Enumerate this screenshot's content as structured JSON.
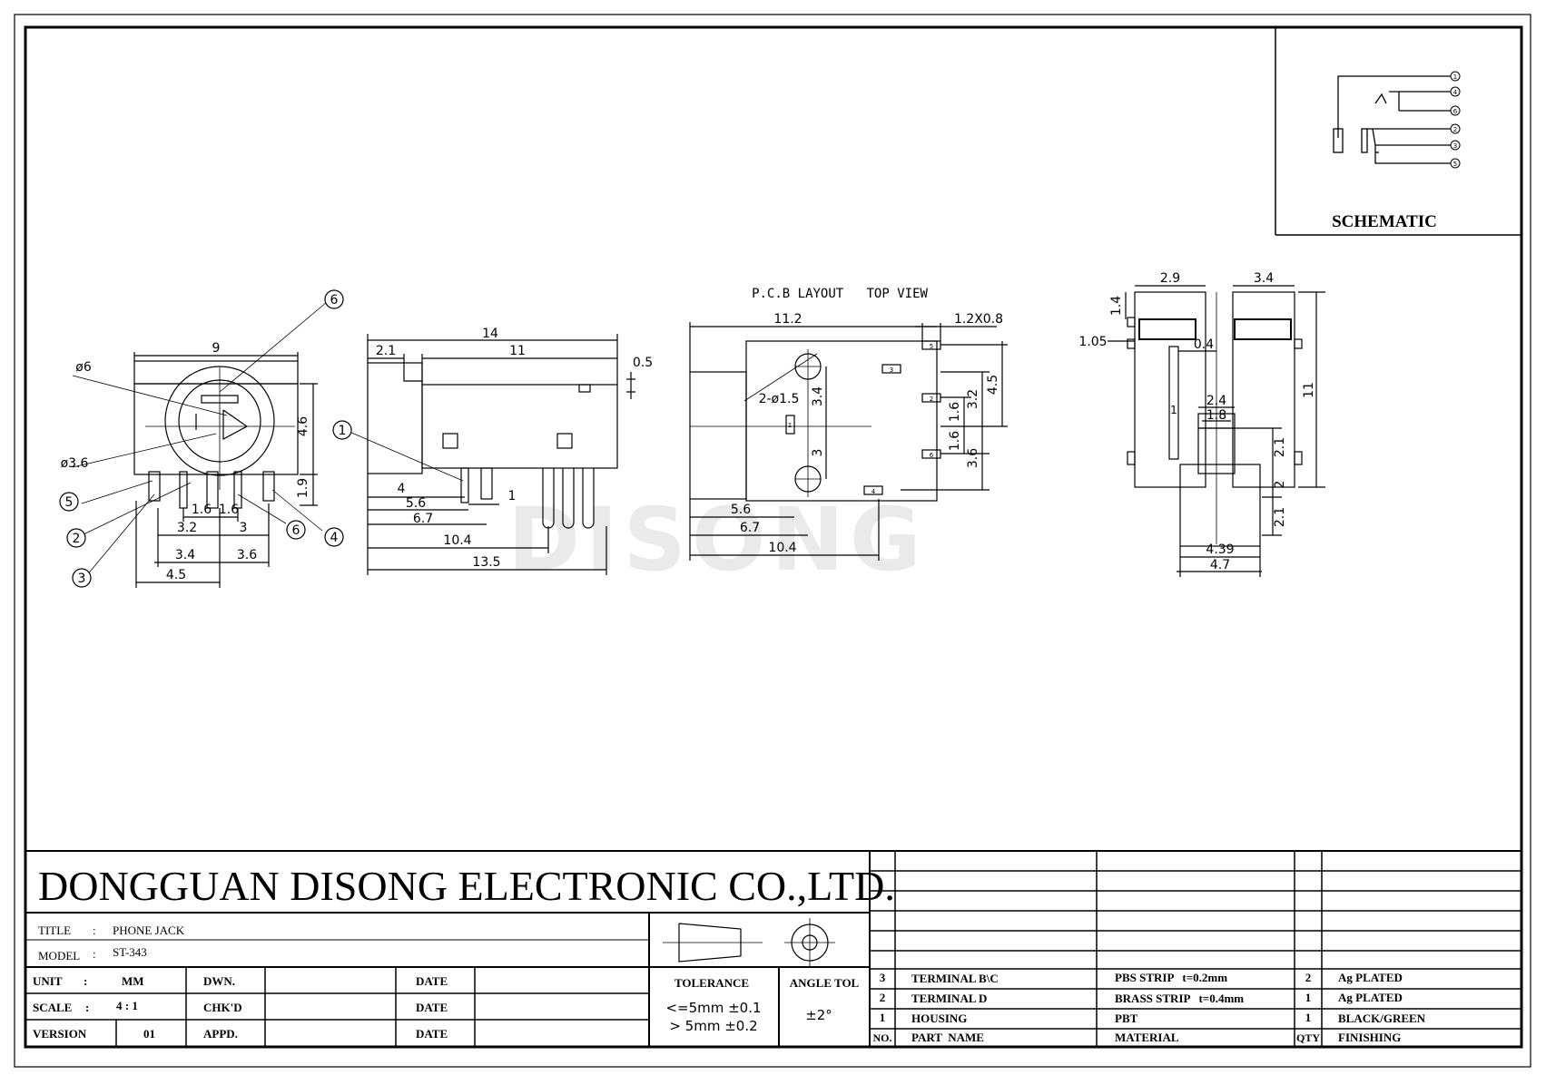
{
  "schematic": {
    "title": "SCHEMATIC",
    "pins_top": [
      "1",
      "4",
      "6"
    ],
    "pins_bottom": [
      "2",
      "3",
      "5"
    ]
  },
  "watermark": "DISONG",
  "front_view": {
    "dims": [
      "9",
      "ø6",
      "ø3.6",
      "4.6",
      "1.9",
      "1.6",
      "1.6",
      "3.2",
      "3",
      "3.4",
      "3.6",
      "4.5"
    ],
    "labels": [
      "5",
      "2",
      "3",
      "6",
      "6",
      "4"
    ]
  },
  "side_view": {
    "dims": [
      "14",
      "2.1",
      "11",
      "0.5",
      "4",
      "5.6",
      "6.7",
      "1",
      "10.4",
      "13.5"
    ],
    "labels": [
      "1"
    ]
  },
  "pcb_view": {
    "title": "P.C.B LAYOUT   TOP VIEW",
    "dims": [
      "11.2",
      "1.2X0.8",
      "2-ø1.5",
      "3.4",
      "3",
      "3.2",
      "4.5",
      "1.6",
      "1.6",
      "3.6",
      "5.6",
      "6.7",
      "10.4"
    ],
    "pads": [
      "5",
      "3",
      "2",
      "1",
      "6",
      "4"
    ]
  },
  "end_view": {
    "dims": [
      "2.9",
      "3.4",
      "1.4",
      "1.05",
      "0.4",
      "11",
      "2.4",
      "1.8",
      "2.1",
      "2",
      "2.1",
      "4.39",
      "4.7"
    ],
    "labels": [
      "1"
    ]
  },
  "title_block": {
    "company": "DONGGUAN DISONG ELECTRONIC CO.,LTD.",
    "title_label": "TITLE",
    "title_value": "PHONE JACK",
    "model_label": "MODEL",
    "model_value": "ST-343",
    "sep": ":",
    "unit_label": "UNIT",
    "unit_value": "MM",
    "scale_label": "SCALE",
    "scale_value": "4 : 1",
    "version_label": "VERSION",
    "version_value": "01",
    "dwn": "DWN.",
    "chkd": "CHK'D",
    "appd": "APPD.",
    "date": "DATE",
    "tolerance_label": "TOLERANCE",
    "tol1": "<=5mm  ±0.1",
    "tol2": "> 5mm  ±0.2",
    "angle_label": "ANGLE TOL",
    "angle_value": "±2°"
  },
  "bom": {
    "headers": [
      "NO.",
      "PART  NAME",
      "MATERIAL",
      "QTY",
      "FINISHING"
    ],
    "rows": [
      {
        "no": "3",
        "name": "TERMINAL B\\C",
        "material": "PBS STRIP   t=0.2mm",
        "qty": "2",
        "finish": "Ag PLATED"
      },
      {
        "no": "2",
        "name": "TERMINAL D",
        "material": "BRASS STRIP   t=0.4mm",
        "qty": "1",
        "finish": "Ag PLATED"
      },
      {
        "no": "1",
        "name": "HOUSING",
        "material": "PBT",
        "qty": "1",
        "finish": "BLACK/GREEN"
      }
    ]
  }
}
